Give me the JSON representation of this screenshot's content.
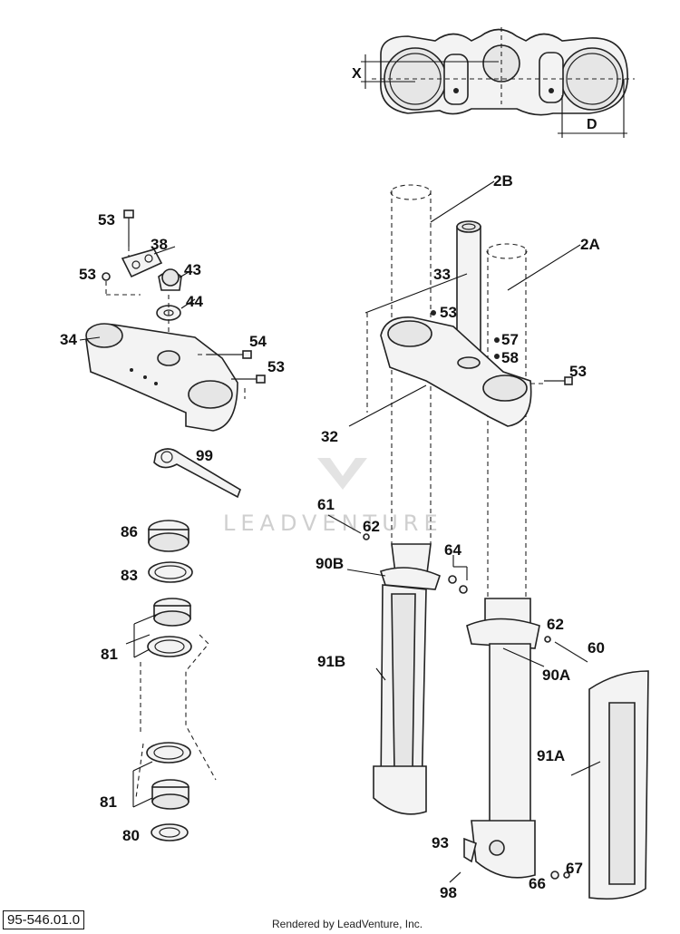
{
  "diagram": {
    "id_box": "95-546.01.0",
    "footer": "Rendered by LeadVenture, Inc.",
    "watermark": "LEADVENTURE",
    "dimensions": {
      "x_label": "X",
      "d_label": "D"
    },
    "callouts": {
      "c2B": "2B",
      "c2A": "2A",
      "c33": "33",
      "c53a": "53",
      "c53b": "53",
      "c53c": "53",
      "c53d": "53",
      "c53e": "53",
      "c38": "38",
      "c43": "43",
      "c44": "44",
      "c34": "34",
      "c54": "54",
      "c57": "57",
      "c58": "58",
      "c32": "32",
      "c99": "99",
      "c86": "86",
      "c83": "83",
      "c81a": "81",
      "c81b": "81",
      "c80": "80",
      "c61": "61",
      "c62a": "62",
      "c62b": "62",
      "c64": "64",
      "c90B": "90B",
      "c90A": "90A",
      "c91B": "91B",
      "c91A": "91A",
      "c60": "60",
      "c93": "93",
      "c98": "98",
      "c66": "66",
      "c67": "67"
    }
  }
}
